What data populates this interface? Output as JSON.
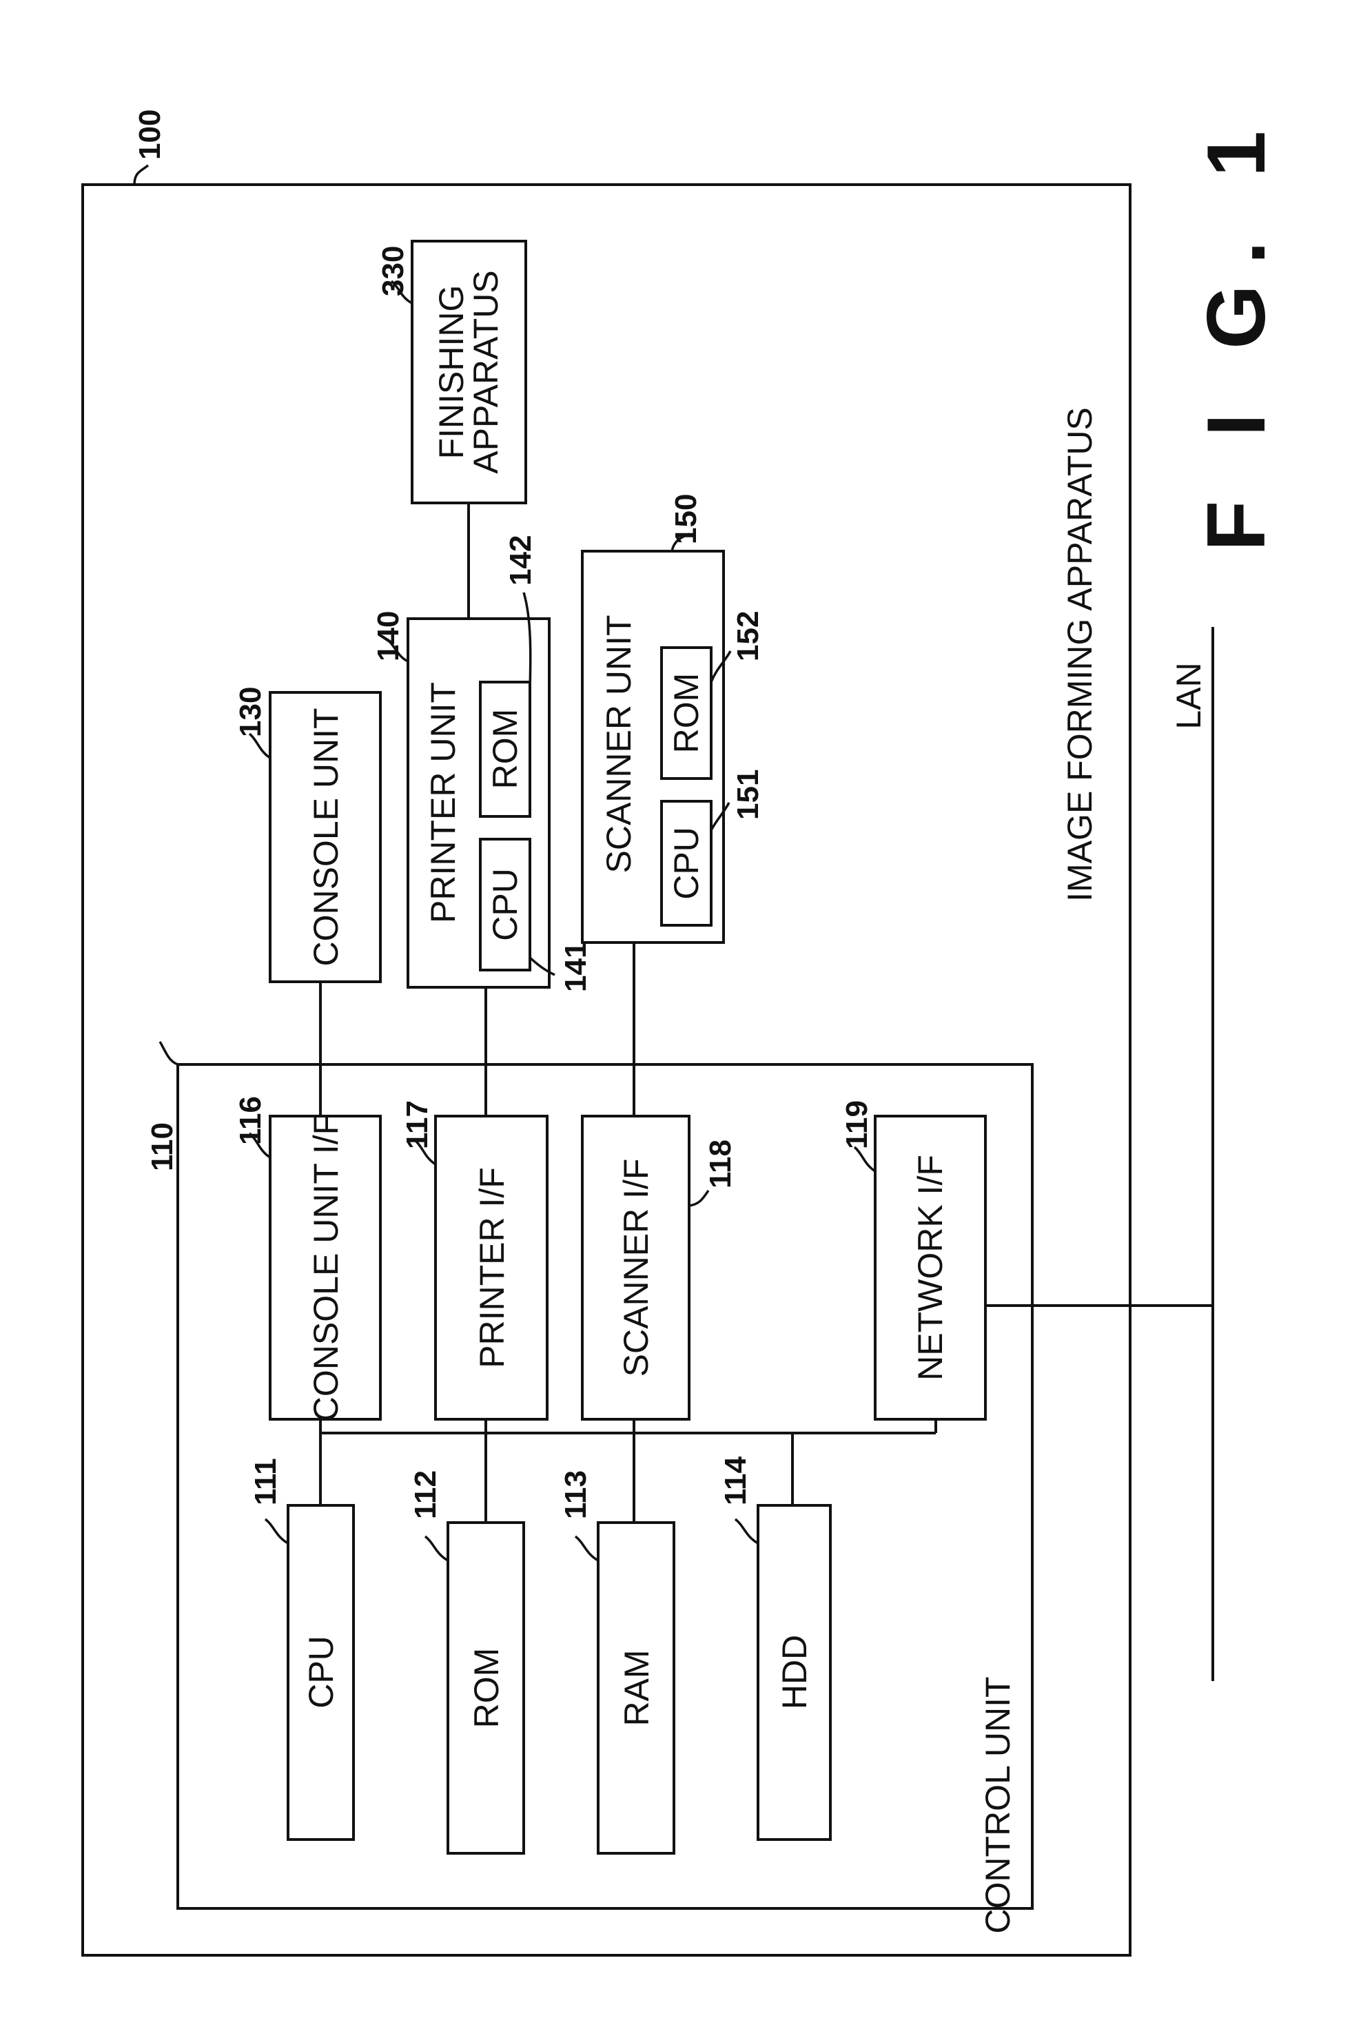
{
  "figure": {
    "caption": "F I G. 1",
    "apparatus": {
      "label": "IMAGE FORMING APPARATUS",
      "ref": "100"
    },
    "control_unit": {
      "label": "CONTROL UNIT",
      "ref": "110"
    },
    "blocks": {
      "cpu": {
        "label": "CPU",
        "ref": "111"
      },
      "rom": {
        "label": "ROM",
        "ref": "112"
      },
      "ram": {
        "label": "RAM",
        "ref": "113"
      },
      "hdd": {
        "label": "HDD",
        "ref": "114"
      },
      "console_if": {
        "label": "CONSOLE UNIT I/F",
        "ref": "116"
      },
      "printer_if": {
        "label": "PRINTER I/F",
        "ref": "117"
      },
      "scanner_if": {
        "label": "SCANNER I/F",
        "ref": "118"
      },
      "network_if": {
        "label": "NETWORK I/F",
        "ref": "119"
      },
      "console_unit": {
        "label": "CONSOLE UNIT",
        "ref": "130"
      },
      "printer_unit": {
        "label": "PRINTER UNIT",
        "ref": "140",
        "cpu": {
          "label": "CPU",
          "ref": "141"
        },
        "rom": {
          "label": "ROM",
          "ref": "142"
        }
      },
      "scanner_unit": {
        "label": "SCANNER UNIT",
        "ref": "150",
        "cpu": {
          "label": "CPU",
          "ref": "151"
        },
        "rom": {
          "label": "ROM",
          "ref": "152"
        }
      },
      "finishing": {
        "label_line1": "FINISHING",
        "label_line2": "APPARATUS",
        "ref": "330"
      }
    },
    "network": {
      "label": "LAN"
    }
  }
}
